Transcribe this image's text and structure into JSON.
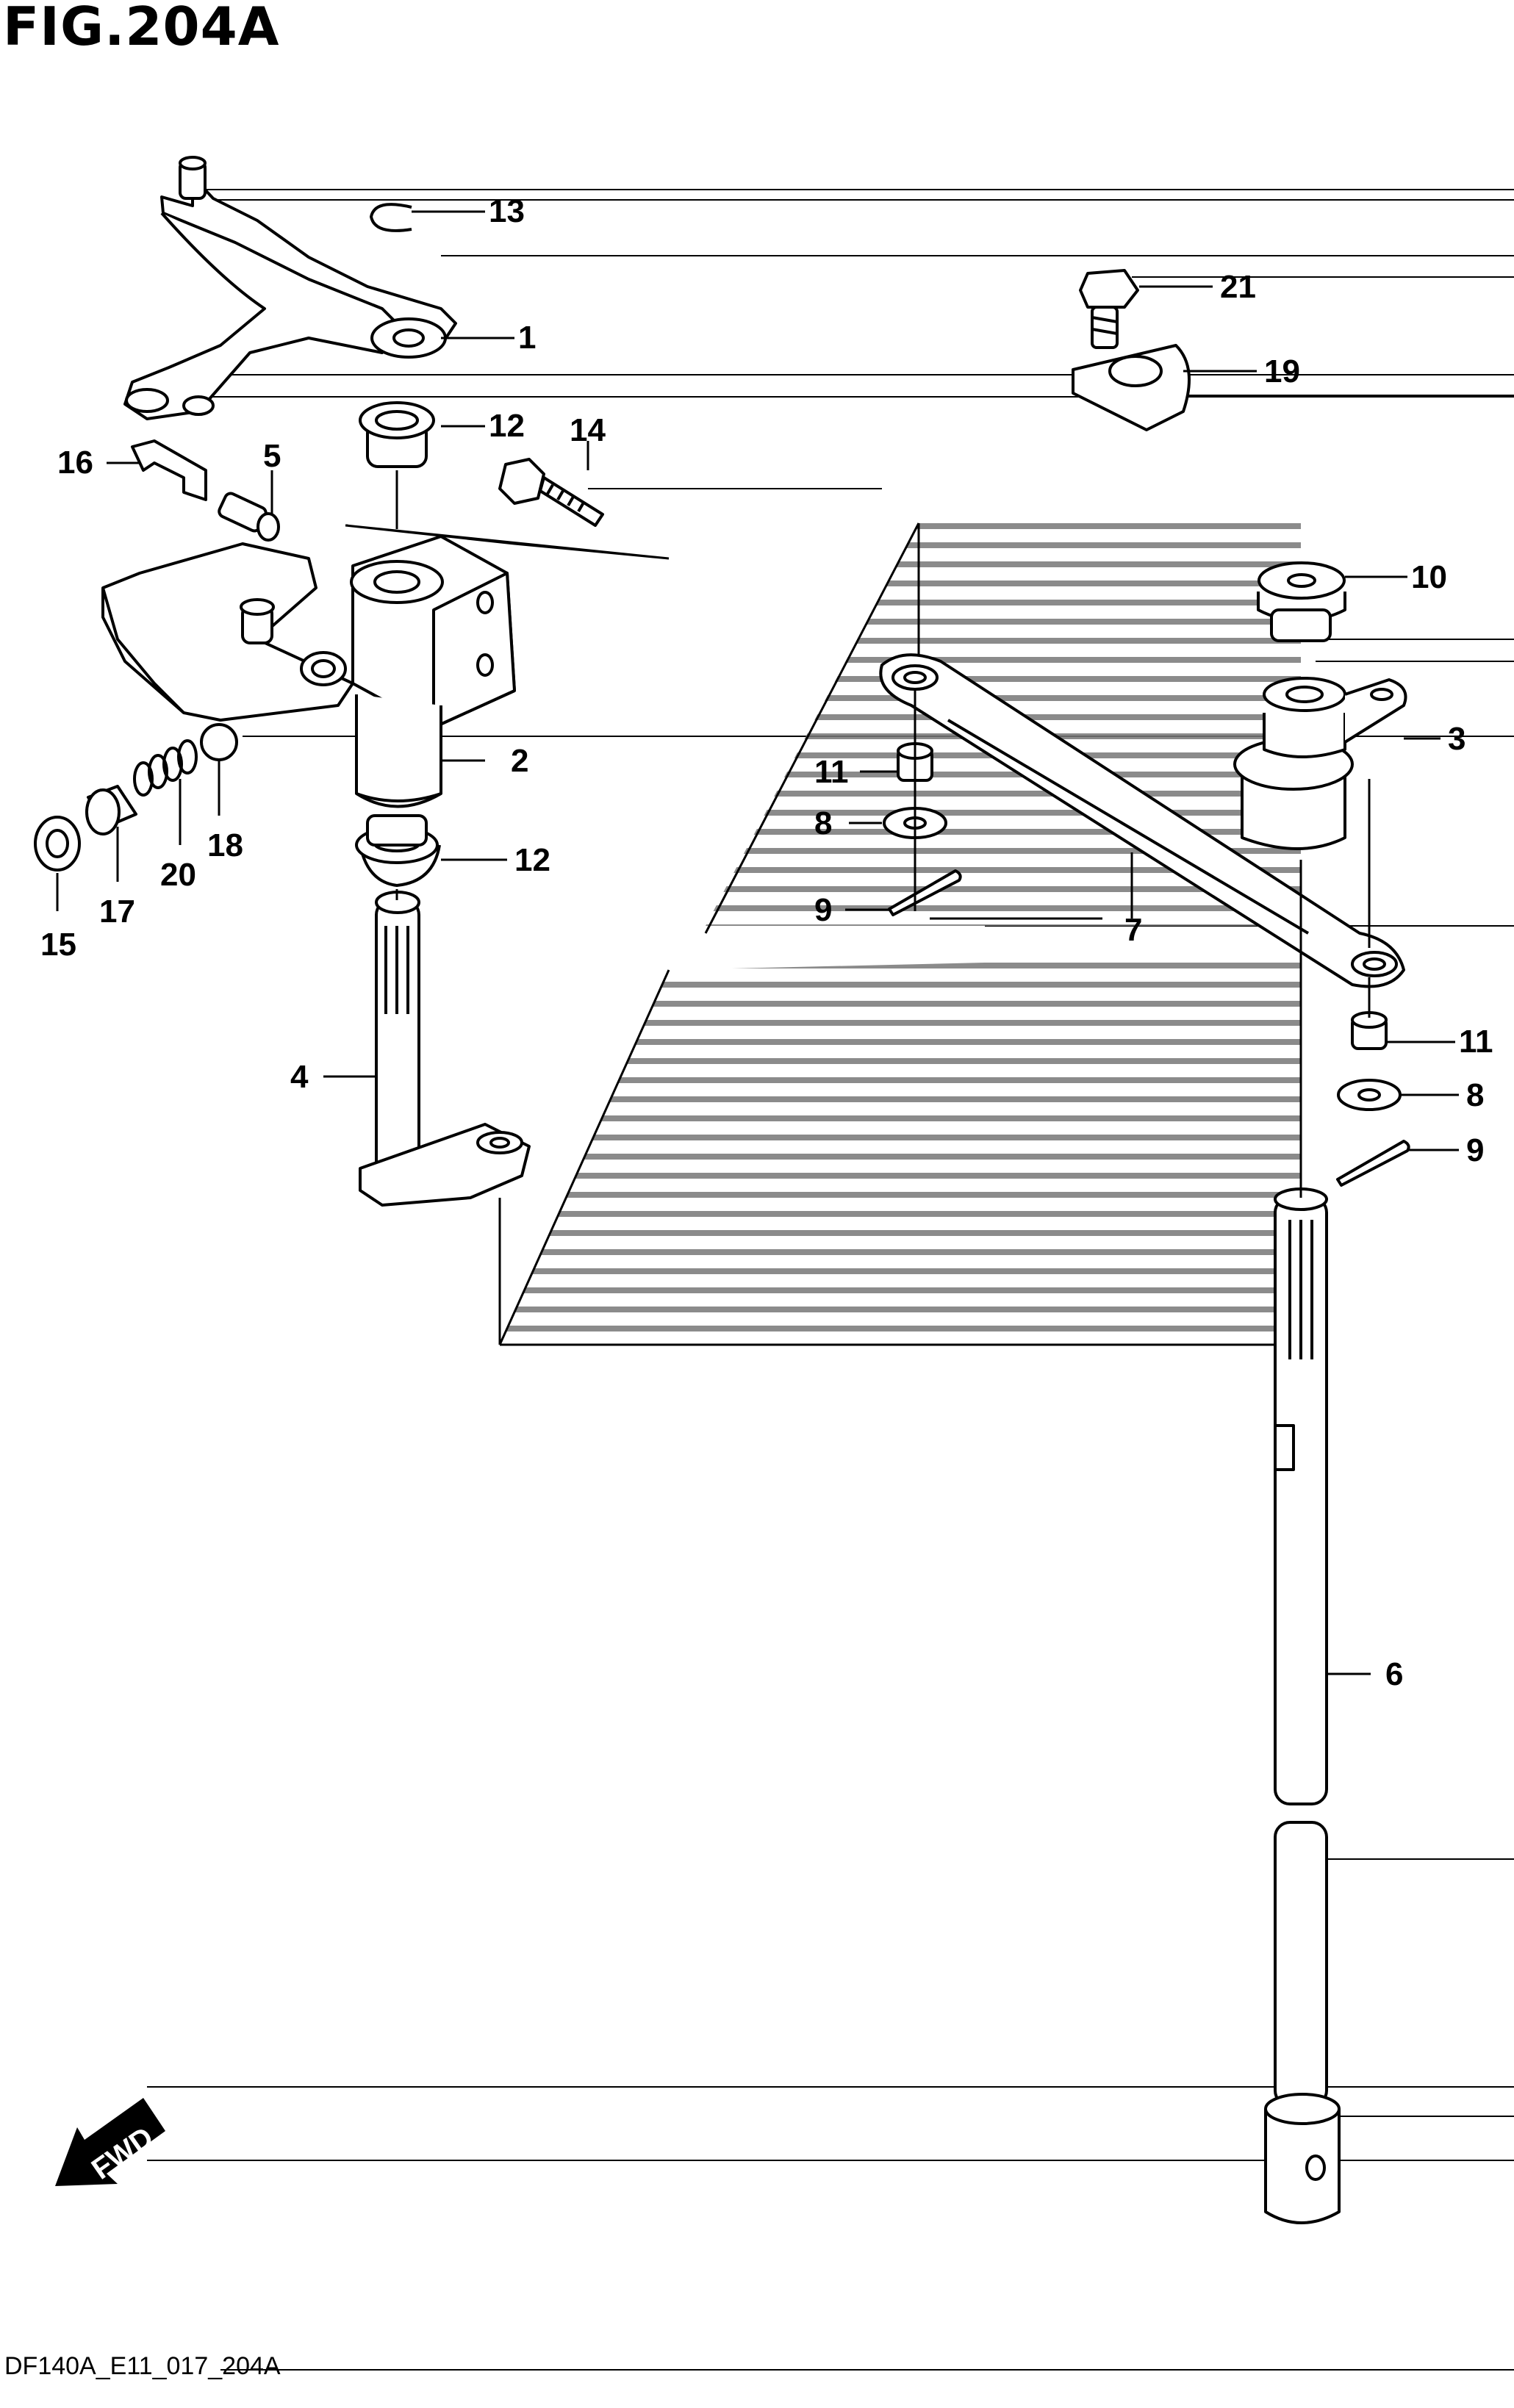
{
  "figure_title": "FIG.204A",
  "drawing_code": "DF140A_E11_017_204A",
  "direction_label": "FWD",
  "callouts": {
    "c1": "1",
    "c2": "2",
    "c3": "3",
    "c4": "4",
    "c5": "5",
    "c6": "6",
    "c7": "7",
    "c8a": "8",
    "c8b": "8",
    "c9a": "9",
    "c9b": "9",
    "c10": "10",
    "c11a": "11",
    "c11b": "11",
    "c12a": "12",
    "c12b": "12",
    "c13": "13",
    "c14": "14",
    "c15": "15",
    "c16": "16",
    "c17": "17",
    "c18": "18",
    "c19": "19",
    "c20": "20",
    "c21": "21"
  },
  "colors": {
    "line": "#000000",
    "background": "#ffffff"
  }
}
